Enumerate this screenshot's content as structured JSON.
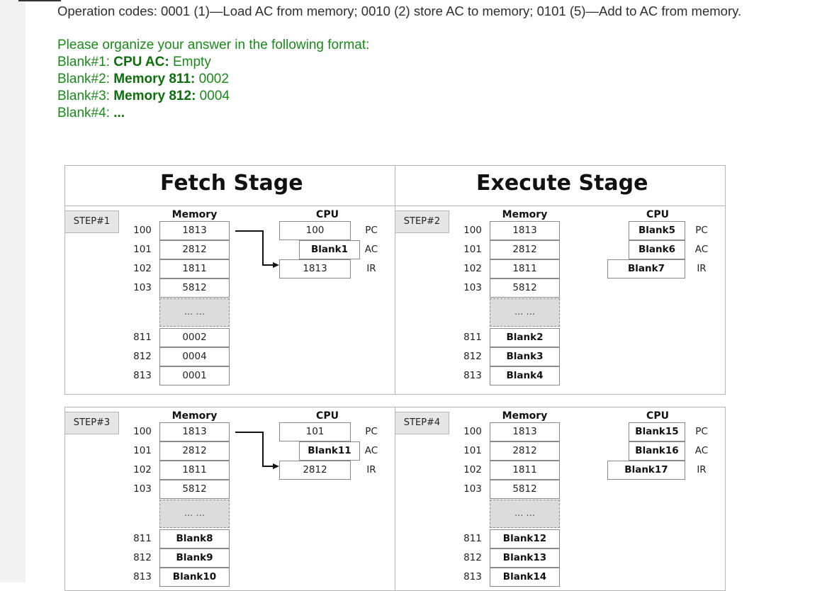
{
  "question": {
    "opcodes": "Operation codes:  0001 (1)—Load AC from memory; 0010 (2) store AC to memory; 0101 (5)—Add to AC from memory.",
    "format_title": "Please organize your answer in the following format:",
    "examples": [
      {
        "prefix": "Blank#1: ",
        "key": "CPU AC:",
        "value": " Empty"
      },
      {
        "prefix": "Blank#2: ",
        "key": "Memory 811:",
        "value": " 0002"
      },
      {
        "prefix": "Blank#3: ",
        "key": "Memory 812:",
        "value": " 0004"
      },
      {
        "prefix": "Blank#4: ",
        "key": "...",
        "value": ""
      }
    ]
  },
  "stages": {
    "fetch": "Fetch Stage",
    "execute": "Execute Stage"
  },
  "headers": {
    "memory": "Memory",
    "cpu": "CPU"
  },
  "registers": [
    "PC",
    "AC",
    "IR"
  ],
  "addresses": [
    "100",
    "101",
    "102",
    "103",
    "811",
    "812",
    "813"
  ],
  "gap": "... ...",
  "steps": [
    {
      "label": "STEP#1",
      "memory": [
        "1813",
        "2812",
        "1811",
        "5812",
        "0002",
        "0004",
        "0001"
      ],
      "cpu": [
        "100",
        "Blank1",
        "1813"
      ]
    },
    {
      "label": "STEP#2",
      "memory": [
        "1813",
        "2812",
        "1811",
        "5812",
        "Blank2",
        "Blank3",
        "Blank4"
      ],
      "cpu": [
        "Blank5",
        "Blank6",
        "Blank7"
      ]
    },
    {
      "label": "STEP#3",
      "memory": [
        "1813",
        "2812",
        "1811",
        "5812",
        "Blank8",
        "Blank9",
        "Blank10"
      ],
      "cpu": [
        "101",
        "Blank11",
        "2812"
      ]
    },
    {
      "label": "STEP#4",
      "memory": [
        "1813",
        "2812",
        "1811",
        "5812",
        "Blank12",
        "Blank13",
        "Blank14"
      ],
      "cpu": [
        "Blank15",
        "Blank16",
        "Blank17"
      ]
    }
  ]
}
